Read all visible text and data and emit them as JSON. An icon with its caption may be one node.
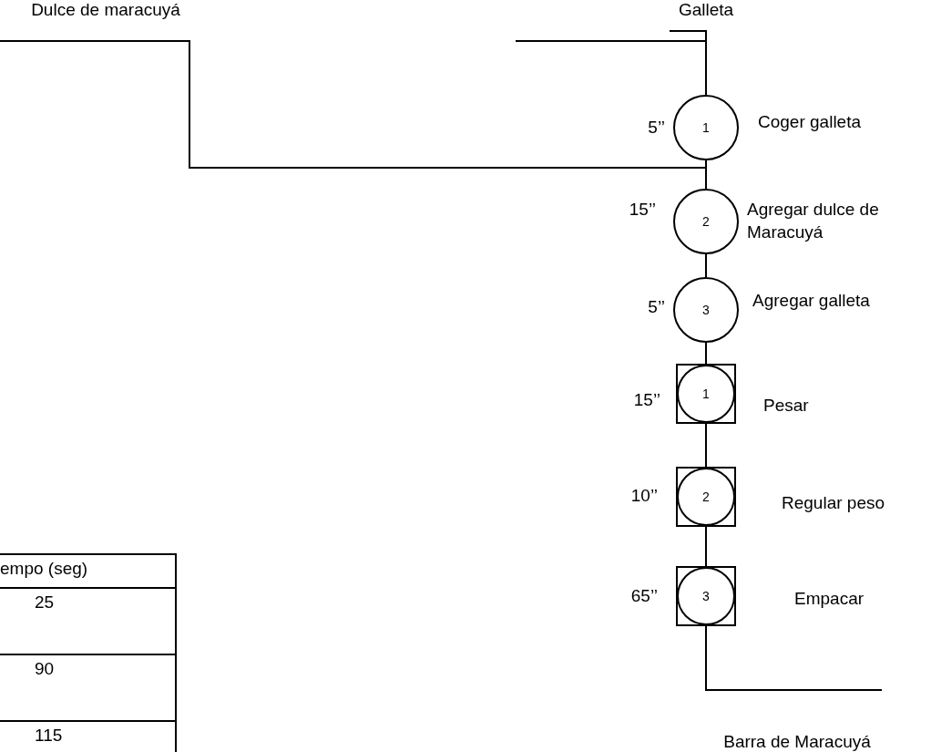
{
  "diagram": {
    "nodes": [
      {
        "text": [
          "Dulce de maracuyá"
        ]
      },
      {
        "text": [
          "Galleta"
        ]
      },
      {
        "text": [
          "1"
        ],
        "beside": [
          "5’’",
          "Coger  galleta"
        ]
      },
      {
        "text": [
          "2"
        ],
        "beside": [
          "15’’",
          "Agregar dulce de Maracuyá"
        ]
      },
      {
        "text": [
          "3"
        ],
        "beside": [
          "5’’",
          "Agregar galleta"
        ]
      },
      {
        "text": [
          "1"
        ],
        "beside": [
          "15’’",
          "Pesar"
        ]
      },
      {
        "text": [
          "2"
        ],
        "beside": [
          "10’’",
          "Regular peso"
        ]
      },
      {
        "text": [
          "3"
        ],
        "beside": [
          "65’’",
          "Empacar"
        ]
      },
      {
        "text": [
          "Barra de Maracuyá"
        ]
      }
    ],
    "edges": [
      {
        "from": 1,
        "to": 2,
        "arrow": "none"
      },
      {
        "from": 0,
        "to": 3,
        "arrow": "none"
      },
      {
        "from": 2,
        "to": 3,
        "arrow": "none"
      },
      {
        "from": 3,
        "to": 4,
        "arrow": "none"
      },
      {
        "from": 4,
        "to": 5,
        "arrow": "none"
      },
      {
        "from": 5,
        "to": 6,
        "arrow": "none"
      },
      {
        "from": 6,
        "to": 7,
        "arrow": "none"
      },
      {
        "from": 7,
        "to": 8,
        "arrow": "none"
      }
    ],
    "labels": [
      "empo (seg)",
      "25",
      "90",
      "115"
    ]
  }
}
